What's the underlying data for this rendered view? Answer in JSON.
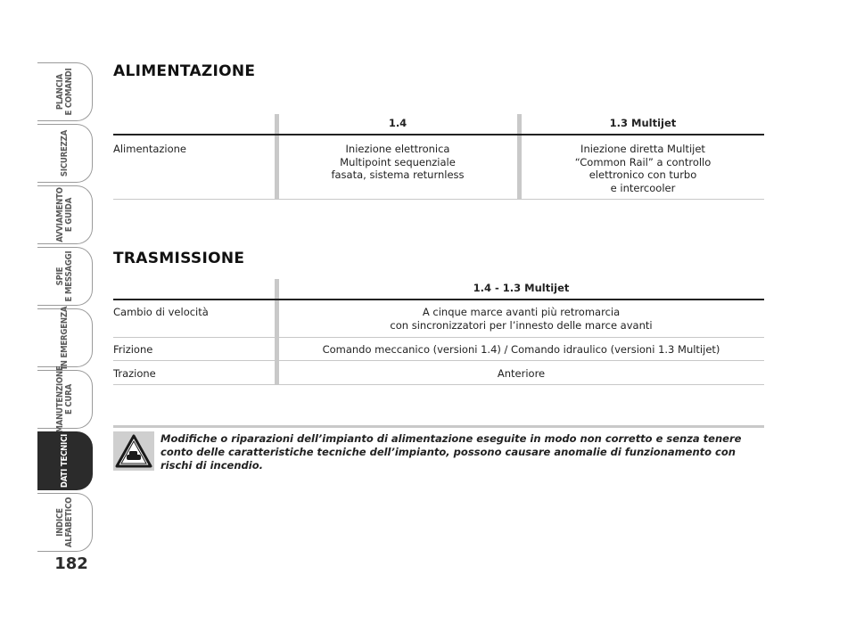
{
  "sidebar": {
    "tabs": [
      {
        "label": "PLANCIA\nE COMANDI"
      },
      {
        "label": "SICUREZZA"
      },
      {
        "label": "AVVIAMENTO\nE GUIDA"
      },
      {
        "label": "SPIE\nE MESSAGGI"
      },
      {
        "label": "IN EMERGENZA"
      },
      {
        "label": "MANUTENZIONE\nE CURA"
      },
      {
        "label": "DATI TECNICI"
      },
      {
        "label": "INDICE\nALFABETICO"
      }
    ],
    "active_index": 6,
    "page_number": "182"
  },
  "alimentazione": {
    "title": "ALIMENTAZIONE",
    "col1": "1.4",
    "col2": "1.3 Multijet",
    "row_label": "Alimentazione",
    "val1": "Iniezione elettronica\nMultipoint sequenziale\nfasata, sistema returnless",
    "val2": "Iniezione diretta Multijet\n“Common Rail” a controllo\nelettronico con turbo\ne intercooler"
  },
  "trasmissione": {
    "title": "TRASMISSIONE",
    "col": "1.4 - 1.3 Multijet",
    "rows": [
      {
        "label": "Cambio di velocità",
        "value": "A cinque marce avanti più retromarcia\ncon sincronizzatori per l’innesto delle marce avanti"
      },
      {
        "label": "Frizione",
        "value": "Comando meccanico (versioni 1.4) / Comando idraulico (versioni 1.3 Multijet)"
      },
      {
        "label": "Trazione",
        "value": "Anteriore"
      }
    ]
  },
  "warning": {
    "icon": "warning-triangle-icon",
    "text": "Modifiche o riparazioni dell’impianto di alimentazione eseguite in modo non corretto e senza tenere conto delle caratteristiche tecniche dell’impianto, possono causare anomalie di funzionamento con rischi di incendio."
  },
  "colors": {
    "accent": "#2b2b2b",
    "tab_border": "#9a9a9a",
    "bar": "#c9c9c9"
  }
}
